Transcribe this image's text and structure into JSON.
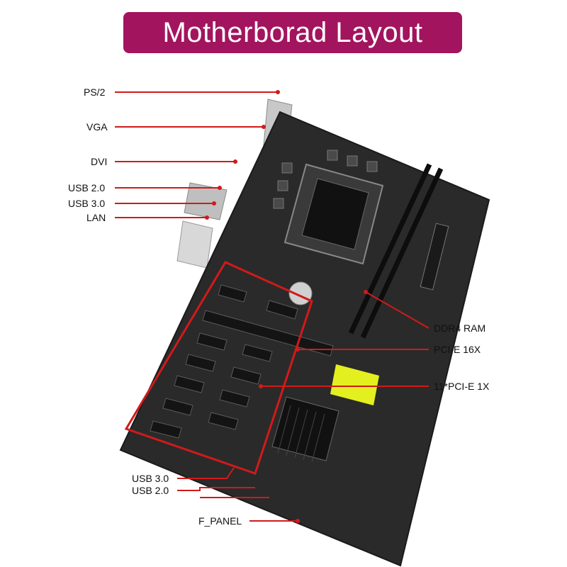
{
  "title": "Motherborad Layout",
  "colors": {
    "banner": "#a3145f",
    "leader": "#d11a1a",
    "board": "#2a2a2a",
    "highlight": "#d11a1a",
    "chip_block": "#e4ef20"
  },
  "labels": {
    "ps2": "PS/2",
    "vga": "VGA",
    "dvi": "DVI",
    "usb20_rear": "USB 2.0",
    "usb30_rear": "USB 3.0",
    "lan": "LAN",
    "ddr4": "DDR4 RAM",
    "pcie16": "PCI-E  16X",
    "pcie1": "11*PCI-E  1X",
    "usb30_front": "USB 3.0",
    "usb20_front": "USB 2.0",
    "fpanel": "F_PANEL"
  }
}
